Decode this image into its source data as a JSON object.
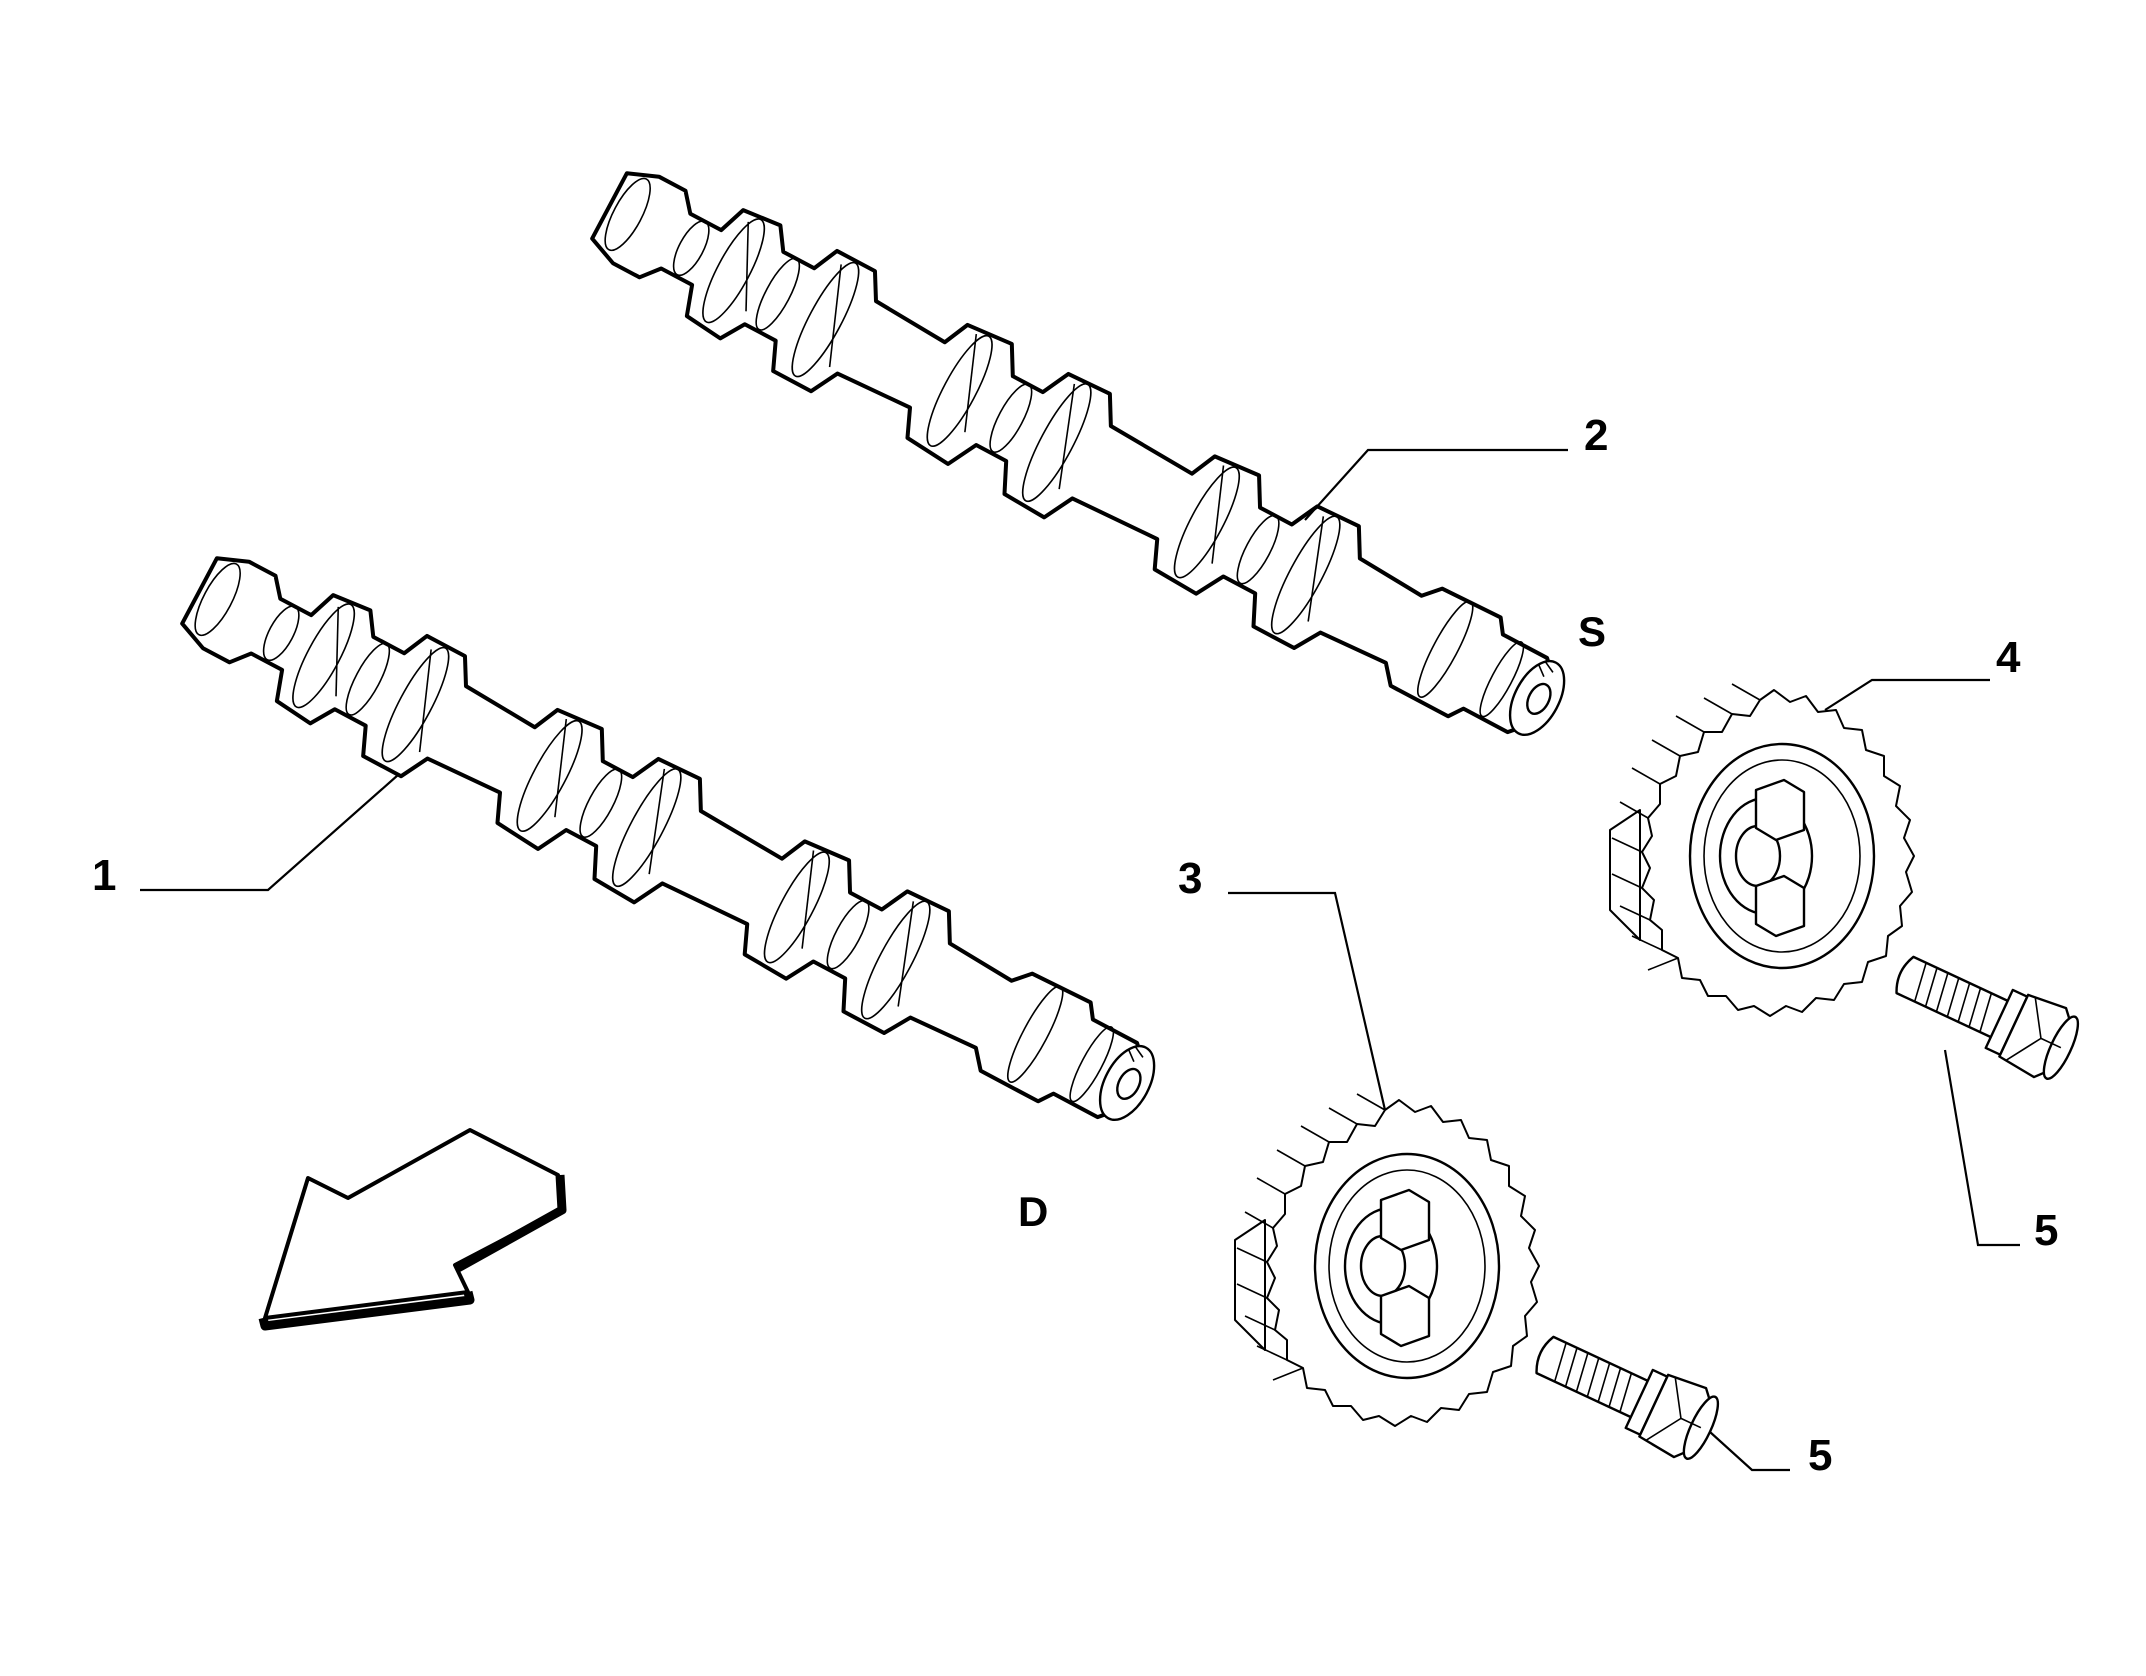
{
  "callouts": {
    "camshaft_exhaust": "1",
    "camshaft_intake": "2",
    "gear_exhaust": "3",
    "gear_intake": "4",
    "bolt_upper": "5",
    "bolt_lower": "5"
  },
  "side_labels": {
    "left_side": "S",
    "right_side": "D"
  }
}
